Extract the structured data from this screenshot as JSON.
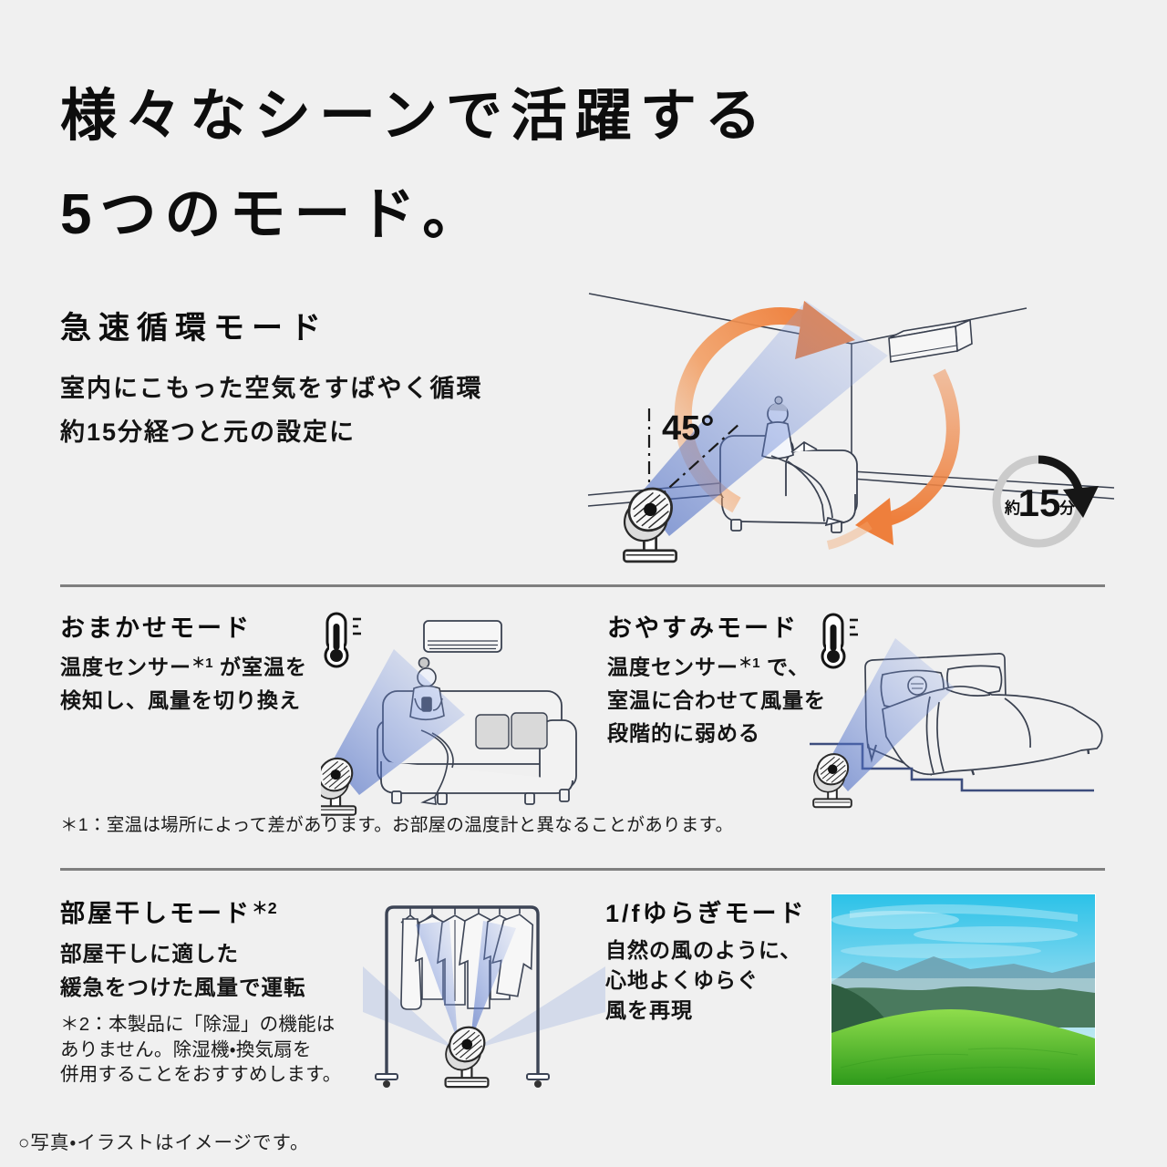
{
  "page": {
    "heading_line1": "様々なシーンで活躍する",
    "heading_line2": "5つのモード。",
    "footnote1": "＊1：室温は場所によって差があります。お部屋の温度計と異なることがあります。",
    "footer_note": "○写真・イラストはイメージです。"
  },
  "modes": {
    "rapid": {
      "title": "急速循環モード",
      "desc_line1": "室内にこもった空気をすばやく循環",
      "desc_line2": "約15分経つと元の設定に",
      "angle_label": "45°",
      "timer_prefix": "約",
      "timer_value": "15",
      "timer_unit": "分"
    },
    "omakase": {
      "title": "おまかせモード",
      "desc1_pre": "温度センサー",
      "desc1_sup": "＊1",
      "desc1_post": " が室温を",
      "desc_line2": "検知し、風量を切り換え"
    },
    "oyasumi": {
      "title": "おやすみモード",
      "desc1_pre": "温度センサー",
      "desc1_sup": "＊1",
      "desc1_post": " で、",
      "desc_line2": "室温に合わせて風量を",
      "desc_line3": "段階的に弱める"
    },
    "heyaboshi": {
      "title": "部屋干しモード",
      "title_sup": "＊2",
      "desc_line1": "部屋干しに適した",
      "desc_line2": "緩急をつけた風量で運転",
      "note_line1": "＊2：本製品に「除湿」の機能は",
      "note_line2": "ありません。除湿機・換気扇を",
      "note_line3": "併用することをおすすめします。"
    },
    "fluctuation": {
      "title": "1/fゆらぎモード",
      "desc_line1": "自然の風のように、",
      "desc_line2": "心地よくゆらぐ",
      "desc_line3": "風を再現"
    }
  },
  "colors": {
    "background": "#f0f0f0",
    "text": "#111111",
    "divider": "#7f7f7f",
    "accent_orange": "#ee7f3c",
    "beam_blue": "#5b7fd4",
    "line_art": "#3a4150",
    "timer_ring": "#cbcbcb",
    "stair_blue": "#3d4d7d"
  }
}
